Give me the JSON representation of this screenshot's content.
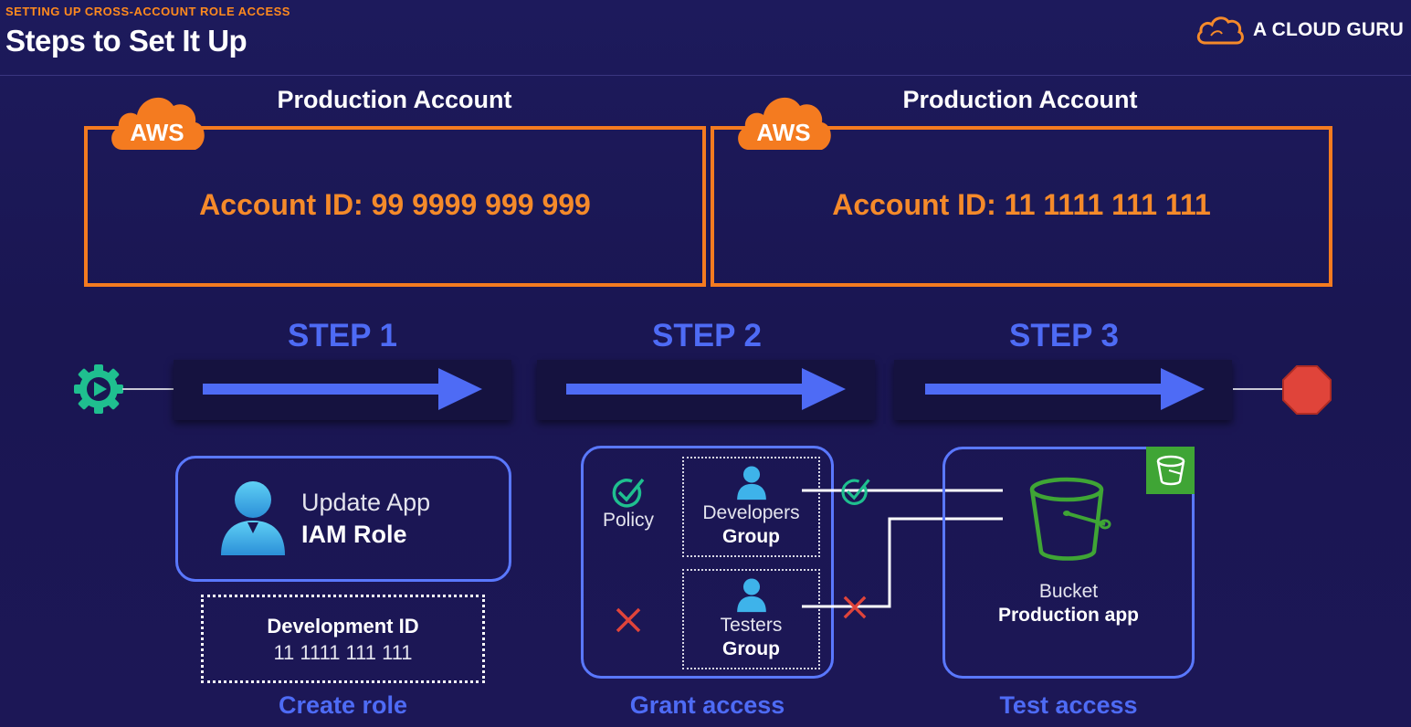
{
  "header": {
    "subtitle": "SETTING UP CROSS-ACCOUNT ROLE ACCESS",
    "title": "Steps to Set It Up",
    "brand": "A CLOUD GURU"
  },
  "accounts": [
    {
      "badge": "AWS",
      "title": "Production Account",
      "account_id": "Account ID: 99 9999 999 999"
    },
    {
      "badge": "AWS",
      "title": "Production Account",
      "account_id": "Account ID: 11 1111 111 111"
    }
  ],
  "steps": [
    {
      "label": "STEP 1",
      "caption": "Create role"
    },
    {
      "label": "STEP 2",
      "caption": "Grant access"
    },
    {
      "label": "STEP 3",
      "caption": "Test access"
    }
  ],
  "step1": {
    "role_line1": "Update App",
    "role_line2": "IAM Role",
    "dev_title": "Development ID",
    "dev_id": "11 1111 111 111"
  },
  "step2": {
    "policy_label": "Policy",
    "developers_line1": "Developers",
    "developers_line2": "Group",
    "testers_line1": "Testers",
    "testers_line2": "Group"
  },
  "step3": {
    "bucket_line1": "Bucket",
    "bucket_line2": "Production app"
  },
  "icons": {
    "start": "gear-play-icon",
    "end": "stop-sign-icon",
    "user": "user-icon",
    "check": "check-circle-icon",
    "cross": "x-mark-icon",
    "bucket": "s3-bucket-icon"
  },
  "colors": {
    "accent_orange": "#f47b20",
    "step_blue": "#4e6bf5",
    "panel_border": "#5a78ff",
    "start_green": "#1fbf8f",
    "stop_red": "#e0443a",
    "bucket_green": "#3fa535"
  }
}
